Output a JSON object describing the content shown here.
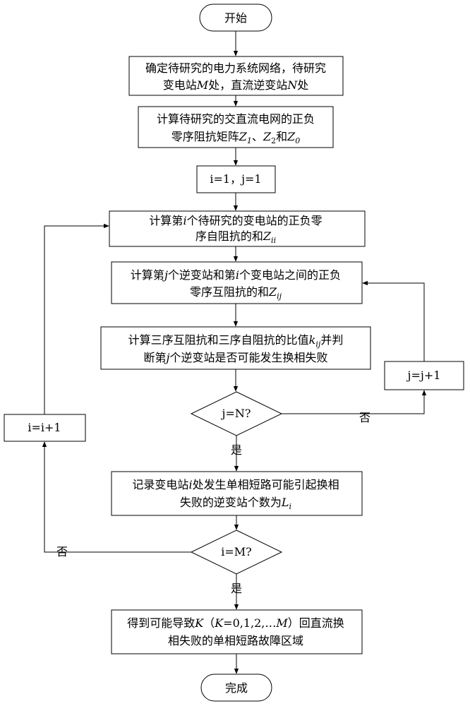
{
  "flowchart": {
    "start": "开始",
    "step1": {
      "line1": "确定待研究的电力系统网络，待研究",
      "line2_a": "变电站",
      "line2_m": "M",
      "line2_b": "处，直流逆变站",
      "line2_n": "N",
      "line2_c": "处"
    },
    "step2": {
      "line1": "计算待研究的交直流电网的正负",
      "line2_a": "零序阻抗矩阵",
      "z1": "Z",
      "z1_sub": "1",
      "sep": "、",
      "z2": "Z",
      "z2_sub": "2",
      "and": "和",
      "z0": "Z",
      "z0_sub": "0"
    },
    "init": "i=1，j=1",
    "step3": {
      "line1_a": "计算第",
      "line1_i": "i",
      "line1_b": "个待研究的变电站的正负零",
      "line2_a": "序自阻抗的和",
      "zii": "Z",
      "zii_sub": "ii"
    },
    "step4": {
      "line1_a": "计算第",
      "line1_j": "j",
      "line1_b": "个逆变站和第",
      "line1_i": "i",
      "line1_c": "个变电站之间的正负",
      "line2_a": "零序互阻抗的和",
      "zij": "Z",
      "zij_sub": "ij"
    },
    "step5": {
      "line1_a": "计算三序互阻抗和三序自阻抗的比值",
      "kij": "k",
      "kij_sub": "ij",
      "line1_b": "并判",
      "line2_a": "断第",
      "line2_j": "j",
      "line2_b": "个逆变站是否可能发生换相失败"
    },
    "decision_j": "j=N?",
    "j_increment": "j=j+1",
    "no_j": "否",
    "yes_j": "是",
    "step6": {
      "line1_a": "记录变电站",
      "line1_i": "i",
      "line1_b": "处发生单相短路可能引起换相",
      "line2_a": "失败的逆变站个数为",
      "li": "L",
      "li_sub": "i"
    },
    "i_increment": "i=i+1",
    "decision_i": "i=M?",
    "no_i": "否",
    "yes_i": "是",
    "step7": {
      "line1_a": "得到可能导致",
      "k": "K",
      "paren_open": "（",
      "k2": "K",
      "range": "=0,1,2,…",
      "m": "M",
      "line1_b": "）回直流换",
      "line2": "相失败的单相短路故障区域"
    },
    "end": "完成"
  }
}
